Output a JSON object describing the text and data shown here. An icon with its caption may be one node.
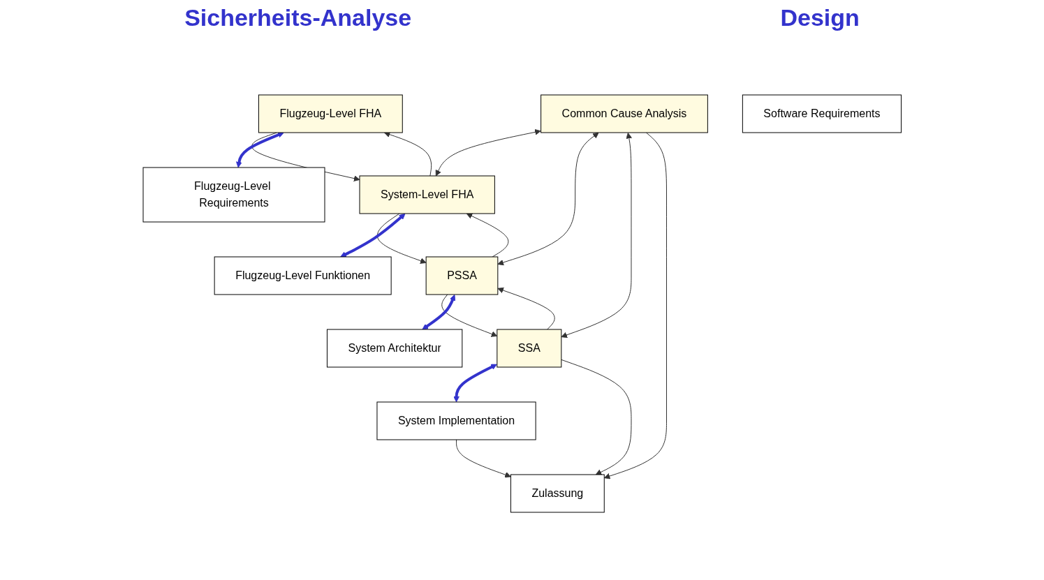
{
  "diagram": {
    "nodes": [
      {
        "text": [
          "Flugzeug-Level FHA"
        ]
      },
      {
        "text": [
          "System-Level FHA"
        ]
      },
      {
        "text": [
          "PSSA"
        ]
      },
      {
        "text": [
          "SSA"
        ]
      },
      {
        "text": [
          "Common Cause Analysis"
        ]
      },
      {
        "text": [
          "Flugzeug-Level Requirements"
        ]
      },
      {
        "text": [
          "Flugzeug-Level Funktionen"
        ]
      },
      {
        "text": [
          "System Architektur"
        ]
      },
      {
        "text": [
          "Software Requirements"
        ]
      },
      {
        "text": [
          "System Implementation"
        ]
      },
      {
        "text": [
          "Zulassung"
        ]
      }
    ],
    "edges": [
      {
        "from": 0,
        "to": 1,
        "arrow": "to"
      },
      {
        "from": 1,
        "to": 0,
        "arrow": "to"
      },
      {
        "from": 1,
        "to": 2,
        "arrow": "to"
      },
      {
        "from": 2,
        "to": 1,
        "arrow": "to"
      },
      {
        "from": 2,
        "to": 3,
        "arrow": "to"
      },
      {
        "from": 3,
        "to": 2,
        "arrow": "to"
      },
      {
        "from": 4,
        "to": 1,
        "arrow": "both"
      },
      {
        "from": 4,
        "to": 2,
        "arrow": "both"
      },
      {
        "from": 4,
        "to": 3,
        "arrow": "both"
      },
      {
        "from": 0,
        "to": 5,
        "arrow": "both",
        "style": "thick",
        "color": "#3333cc"
      },
      {
        "from": 1,
        "to": 6,
        "arrow": "both",
        "style": "thick",
        "color": "#3333cc"
      },
      {
        "from": 2,
        "to": 7,
        "arrow": "both",
        "style": "thick",
        "color": "#3333cc"
      },
      {
        "from": 3,
        "to": 9,
        "arrow": "both",
        "style": "thick",
        "color": "#3333cc"
      },
      {
        "from": 4,
        "to": 10,
        "arrow": "to"
      },
      {
        "from": 3,
        "to": 10,
        "arrow": "to"
      },
      {
        "from": 9,
        "to": 10,
        "arrow": "to"
      }
    ],
    "labels": [
      "Sicherheits-Analyse",
      "Design"
    ]
  }
}
